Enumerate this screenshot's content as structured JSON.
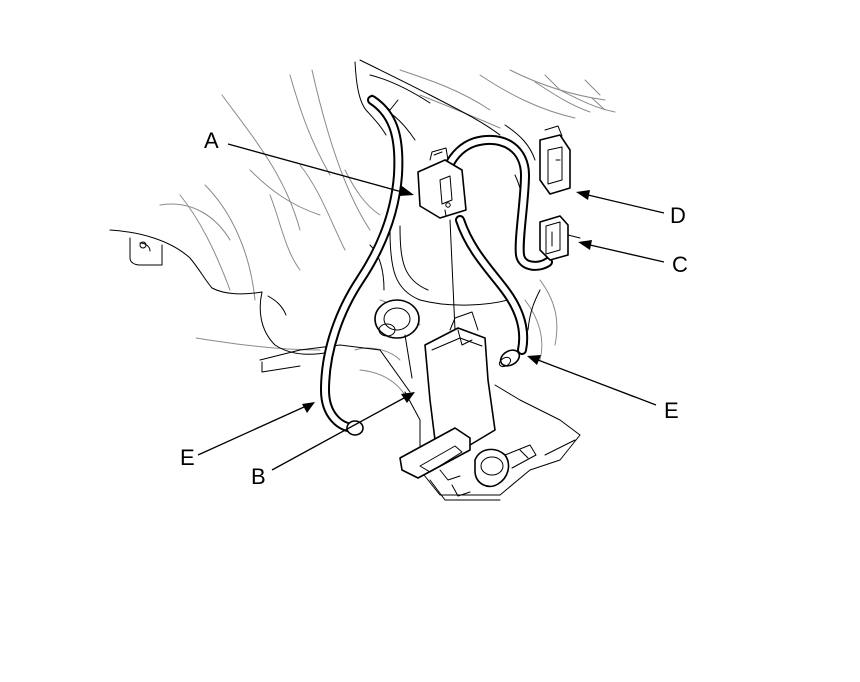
{
  "callouts": {
    "A": "A",
    "B": "B",
    "C": "C",
    "D": "D",
    "E_left": "E",
    "E_right": "E"
  }
}
